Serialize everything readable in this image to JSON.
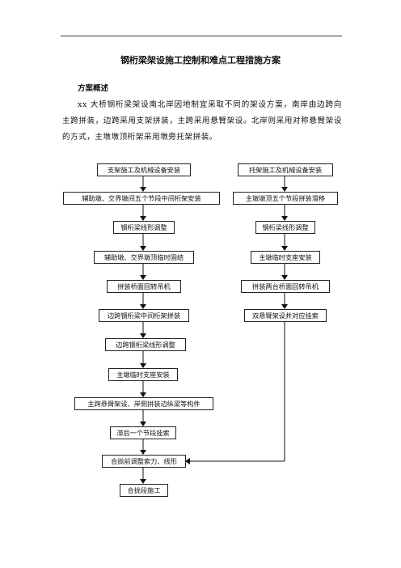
{
  "doc": {
    "title": "钢桁梁架设施工控制和难点工程措施方案",
    "section_heading": "方案概述",
    "overview": "xx 大桥钢桁梁架设南北岸因地制宜采取不同的架设方案，南岸由边跨向主跨拼装，边跨采用支架拼装，主跨采用悬臂架设。北岸则采用对称悬臂架设的方式，主墩墩顶桁架采用墩旁托架拼装。"
  },
  "flowchart": {
    "left": [
      "支架施工及机械设备安装",
      "辅助墩、交界墩间五个节段中间桁架安装",
      "钢桁梁线形调整",
      "辅助墩、交界墩顶临时固结",
      "拼装桥面回转吊机",
      "边跨钢桁梁中间桁架拼装",
      "边跨钢桁梁线形调整",
      "主墩临时支座安装",
      "主跨悬臂架设、岸侧拼装边纵梁等构件",
      "滞后一个节段挂索",
      "合拢前调整索力、线形",
      "合拢段施工"
    ],
    "right": [
      "托架施工及机械设备安装",
      "主墩墩顶五个节段拼装滑移",
      "钢桁梁线形调整",
      "主墩临时支座安装",
      "拼装两台桥面回转吊机",
      "双悬臂架设并对应挂索"
    ]
  }
}
